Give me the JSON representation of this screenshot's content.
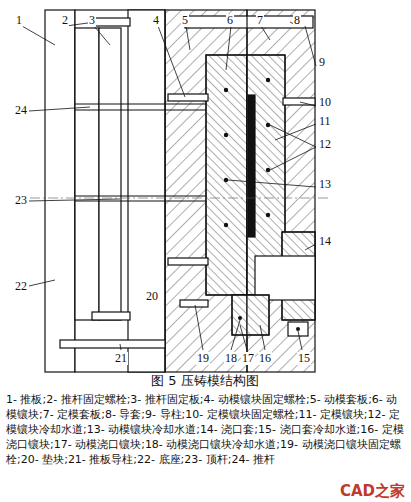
{
  "diagram": {
    "caption": "图 5 压铸模结构图",
    "labels": [
      "1",
      "2",
      "3",
      "4",
      "5",
      "6",
      "7",
      "8",
      "9",
      "10",
      "11",
      "12",
      "13",
      "14",
      "15",
      "16",
      "17",
      "18",
      "19",
      "20",
      "21",
      "22",
      "23",
      "24",
      "1- 推板;2- 推杆固定螺栓;3- 推杆固定板;4- 动模镶块固定螺栓;5- 动模套板;6- 动模镶块;7- 定模套板;8- 导套;9- 导柱;10- 定模镶块固定螺栓;11- 定模镶块;12- 定模镶块冷却水道;13- 动模镶块冷却水道;14- 浇口套;15- 浇口套冷却水道;16- 定模浇口镶块;17- 动模浇口镶块;18- 动模浇口镶块冷却水道;19- 动模浇口镶块固定螺栓;20- 垫块;21- 推板导柱;22- 底座;23- 顶杆;24- 推杆",
      "CAD之家"
    ]
  }
}
